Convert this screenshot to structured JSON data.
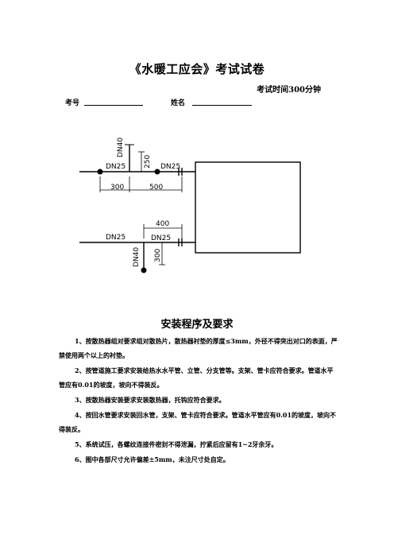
{
  "header": {
    "title": "《水暖工应会》考试试卷",
    "time": "考试时间300分钟",
    "exam_no_label": "考号",
    "name_label": "姓名"
  },
  "drawing": {
    "dn40_top": "DN40",
    "dn25_top_left": "DN25",
    "dn25_top_right": "DN25",
    "dim_250": "250",
    "dim_300_top": "300",
    "dim_500": "500",
    "dim_400": "400",
    "dn25_bottom_left": "DN25",
    "dn25_bottom_right": "DN25",
    "dn40_bottom": "DN40",
    "dim_300_bottom": "300"
  },
  "section": {
    "title": "安装程序及要求"
  },
  "requirements": [
    "1、按散热器组对要求组对散热片，散热器衬垫的厚度≤3mm，外径不得突出对口的表面，严禁使用两个以上的衬垫。",
    "2、按管道施工要求安装给热水水平管、立管、分支管等。支架、管卡应符合要求。管道水平管应有0.01的坡度，坡向不得装反。",
    "3、按散热器安装要求安装散热器，托钩应符合要求。",
    "4、按回水管要求安装回水管，支架、管卡应符合要求。管道水平管应有0.01的坡度，坡向不得装反。",
    "5、系统试压，各螺纹连接件密封不得泄漏，拧紧后应留有1~2牙余牙。",
    "6、图中各部尺寸允许偏差±5mm，未注尺寸处自定。"
  ]
}
